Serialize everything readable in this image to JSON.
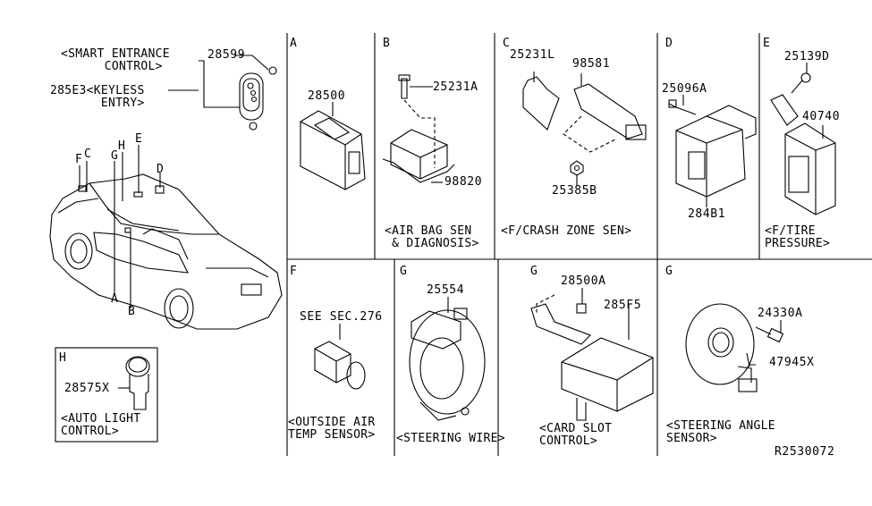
{
  "overview": {
    "smart_entrance_label": "<SMART ENTRANCE\n      CONTROL>",
    "keyless_part": "285E3<KEYLESS\n       ENTRY>",
    "fob_part": "28599",
    "location_letters": [
      "F",
      "C",
      "G",
      "H",
      "E",
      "D",
      "A",
      "B"
    ]
  },
  "inset_h": {
    "section": "H",
    "part": "28575X",
    "caption": "<AUTO LIGHT\nCONTROL>"
  },
  "panels": [
    {
      "section": "A",
      "parts": [
        "28500"
      ],
      "caption": ""
    },
    {
      "section": "B",
      "parts": [
        "25231A",
        "98820"
      ],
      "caption": "<AIR BAG SEN\n & DIAGNOSIS>"
    },
    {
      "section": "C",
      "parts": [
        "25231L",
        "98581",
        "25385B"
      ],
      "caption": "<F/CRASH ZONE SEN>"
    },
    {
      "section": "D",
      "parts": [
        "25096A",
        "284B1"
      ],
      "caption": ""
    },
    {
      "section": "E",
      "parts": [
        "25139D",
        "40740"
      ],
      "caption": "<F/TIRE\nPRESSURE>"
    },
    {
      "section": "F",
      "parts": [
        "SEE SEC.276"
      ],
      "caption": "<OUTSIDE AIR\nTEMP SENSOR>"
    },
    {
      "section": "G",
      "parts": [
        "25554"
      ],
      "caption": "<STEERING WIRE>"
    },
    {
      "section": "G",
      "parts": [
        "28500A",
        "285F5"
      ],
      "caption": "<CARD SLOT\nCONTROL>"
    },
    {
      "section": "G",
      "parts": [
        "24330A",
        "47945X"
      ],
      "caption": "<STEERING ANGLE\nSENSOR>"
    }
  ],
  "drawing_number": "R2530072"
}
